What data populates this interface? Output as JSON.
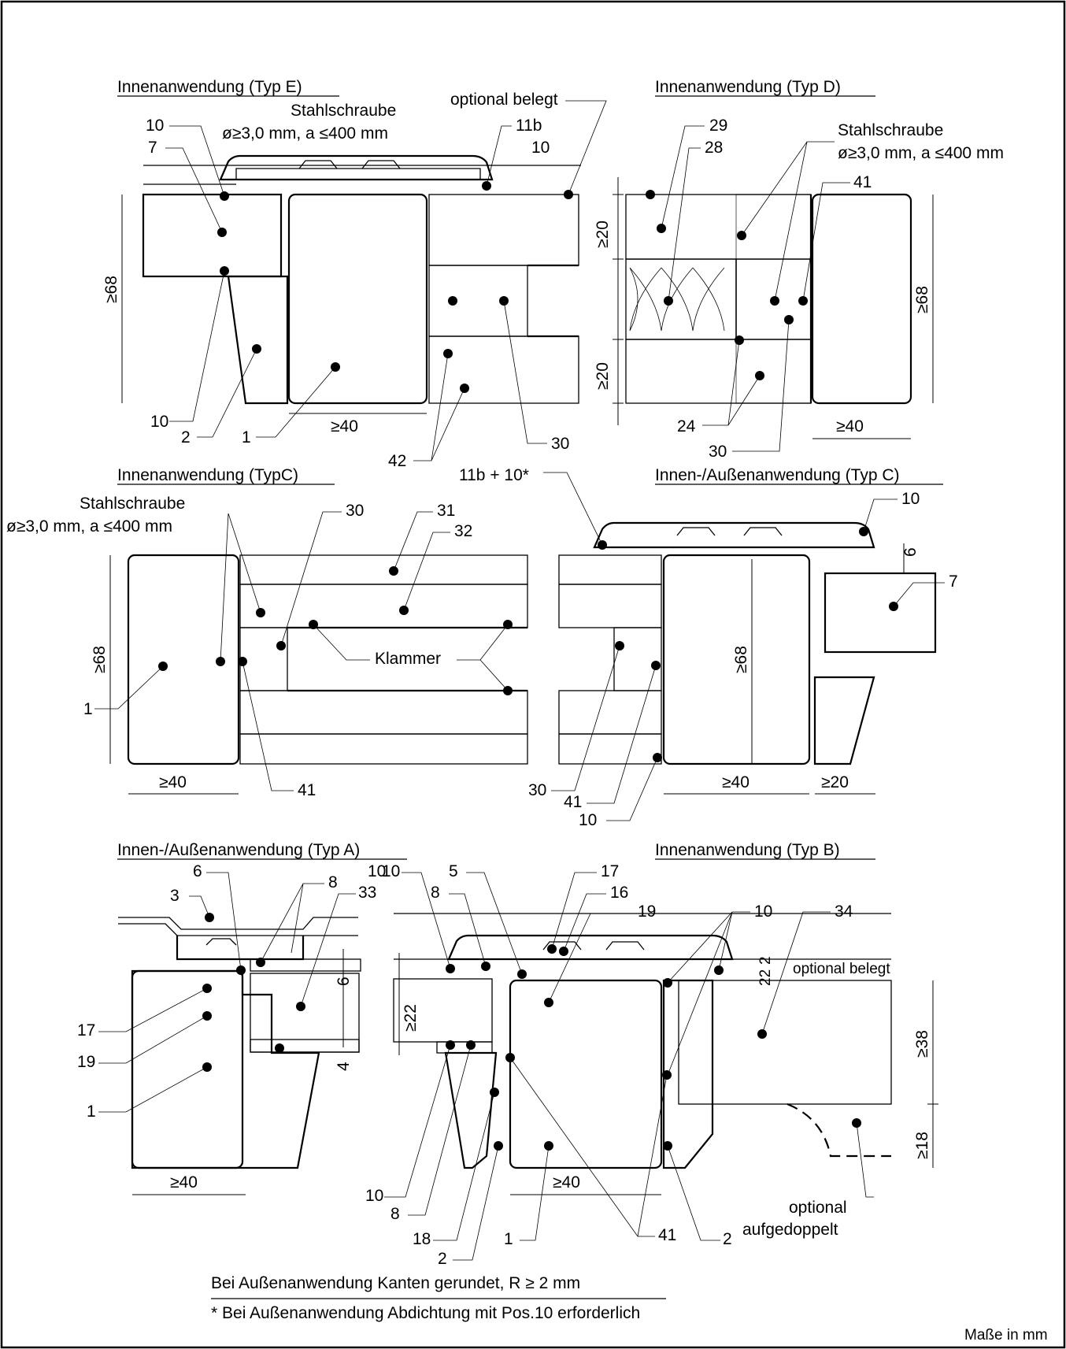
{
  "sections": {
    "typ_e": {
      "title": "Innenanwendung (Typ E)",
      "screw_label_1": "Stahlschraube",
      "screw_label_2": "ø≥3,0 mm, a ≤400 mm",
      "optional": "optional belegt",
      "dim_68": "≥68",
      "dim_40": "≥40",
      "callouts": [
        "10",
        "7",
        "10",
        "2",
        "1",
        "42",
        "30",
        "11b",
        "10"
      ]
    },
    "typ_d": {
      "title": "Innenanwendung (Typ D)",
      "screw_label_1": "Stahlschraube",
      "screw_label_2": "ø≥3,0 mm, a ≤400 mm",
      "dim_20a": "≥20",
      "dim_20b": "≥20",
      "dim_68": "≥68",
      "dim_40": "≥40",
      "callouts": [
        "29",
        "28",
        "41",
        "24",
        "30"
      ]
    },
    "typ_c_inner": {
      "title": "Innenanwendung (TypC)",
      "screw_label_1": "Stahlschraube",
      "screw_label_2": "ø≥3,0 mm, a ≤400 mm",
      "dim_68": "≥68",
      "dim_40": "≥40",
      "klammer": "Klammer",
      "callouts": [
        "30",
        "31",
        "32",
        "1",
        "41"
      ]
    },
    "typ_c_outer": {
      "title": "Innen-/Außenanwendung (Typ C)",
      "note_11b": "11b + 10*",
      "dim_6": "6",
      "dim_68": "≥68",
      "dim_40": "≥40",
      "dim_20": "≥20",
      "callouts": [
        "10",
        "7",
        "30",
        "41",
        "10"
      ]
    },
    "typ_a": {
      "title": "Innen-/Außenanwendung (Typ A)",
      "dim_6": "6",
      "dim_4": "4",
      "dim_40": "≥40",
      "callouts": [
        "3",
        "6",
        "8",
        "33",
        "17",
        "19",
        "1",
        "10"
      ]
    },
    "typ_b": {
      "title": "Innenanwendung (Typ B)",
      "optional": "optional belegt",
      "optional2": "optional",
      "optional3": "aufgedoppelt",
      "dim_22": "≥22",
      "dim_2": "2",
      "dim_22b": "22",
      "dim_38": "≥38",
      "dim_18": "≥18",
      "dim_40": "≥40",
      "callouts": [
        "10",
        "8",
        "5",
        "17",
        "16",
        "19",
        "10",
        "34",
        "10",
        "8",
        "18",
        "2",
        "1",
        "41",
        "2"
      ]
    }
  },
  "footer": {
    "note1": "Bei Außenanwendung Kanten gerundet, R ≥ 2 mm",
    "note2": "* Bei Außenanwendung Abdichtung mit Pos.10 erforderlich",
    "units": "Maße in mm"
  }
}
